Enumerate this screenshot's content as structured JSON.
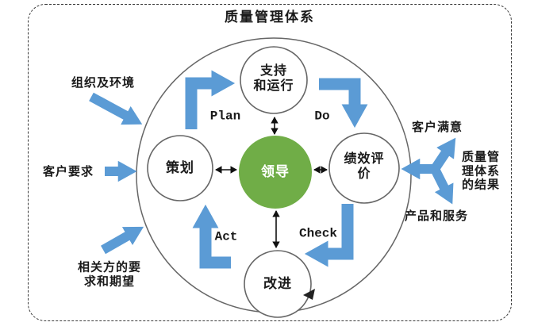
{
  "colors": {
    "arrow_blue": "#5B9BD5",
    "leadership_green": "#70AD47",
    "circle_stroke": "#666666",
    "text": "#1a1a1a"
  },
  "diagram": {
    "title": "质量管理体系",
    "center_node": {
      "label": "领导"
    },
    "nodes": {
      "support": {
        "lines": [
          "支持",
          "和运行"
        ]
      },
      "planning": {
        "label": "策划"
      },
      "performance": {
        "lines": [
          "绩效评",
          "价"
        ]
      },
      "improvement": {
        "label": "改进"
      }
    },
    "pdca": {
      "plan": "Plan",
      "do": "Do",
      "check": "Check",
      "act": "Act"
    },
    "inputs": {
      "organization_context": {
        "label": "组织及环境"
      },
      "customer_requirements": {
        "label": "客户要求"
      },
      "stakeholder_needs": {
        "lines": [
          "相关方的要",
          "求和期望"
        ]
      }
    },
    "outputs": {
      "customer_satisfaction": {
        "label": "客户满意"
      },
      "qms_results": {
        "lines": [
          "质量管",
          "理体系",
          "的结果"
        ]
      },
      "products_services": {
        "label": "产品和服务"
      }
    }
  }
}
